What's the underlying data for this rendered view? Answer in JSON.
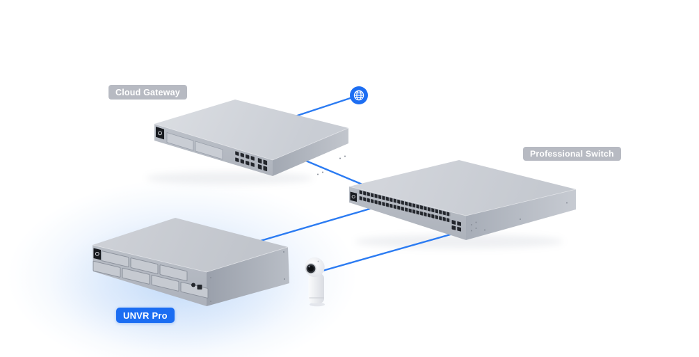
{
  "labels": {
    "cloud_gateway": "Cloud Gateway",
    "professional_switch": "Professional Switch",
    "unvr_pro": "UNVR Pro"
  },
  "nodes": [
    {
      "id": "internet",
      "icon": "globe-icon",
      "color": "#1d6ef2"
    },
    {
      "id": "cloud-gateway",
      "label": "Cloud Gateway",
      "kind": "rack-gateway"
    },
    {
      "id": "professional-switch",
      "label": "Professional Switch",
      "kind": "rack-switch-48-port"
    },
    {
      "id": "unvr-pro",
      "label": "UNVR Pro",
      "kind": "network-video-recorder",
      "highlighted": true
    },
    {
      "id": "camera",
      "kind": "ptz-camera"
    }
  ],
  "links": [
    {
      "from": "cloud-gateway",
      "to": "internet"
    },
    {
      "from": "cloud-gateway",
      "to": "professional-switch"
    },
    {
      "from": "unvr-pro",
      "to": "professional-switch"
    },
    {
      "from": "camera",
      "to": "professional-switch"
    }
  ],
  "colors": {
    "link_line": "#2b7bf2",
    "internet_node": "#1d6ef2",
    "highlight_badge": "#1b6df2",
    "device_badge": "#b1b5bd",
    "unvr_glow": "#a8cbf6"
  }
}
